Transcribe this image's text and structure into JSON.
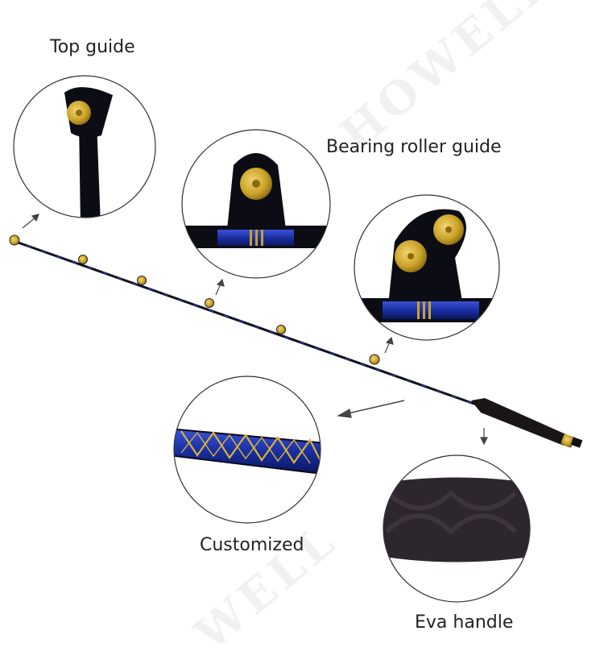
{
  "labels": {
    "top_guide": "Top guide",
    "bearing_roller_guide": "Bearing roller guide",
    "customized": "Customized",
    "eva_handle": "Eva handle"
  },
  "watermark": {
    "text_upper": "HOWELL",
    "text_lower": "WELL"
  },
  "colors": {
    "rod_blue": "#1a2fa0",
    "rod_black": "#0c0c14",
    "gold": "#c9a227",
    "eva_foam": "#2e262e"
  }
}
